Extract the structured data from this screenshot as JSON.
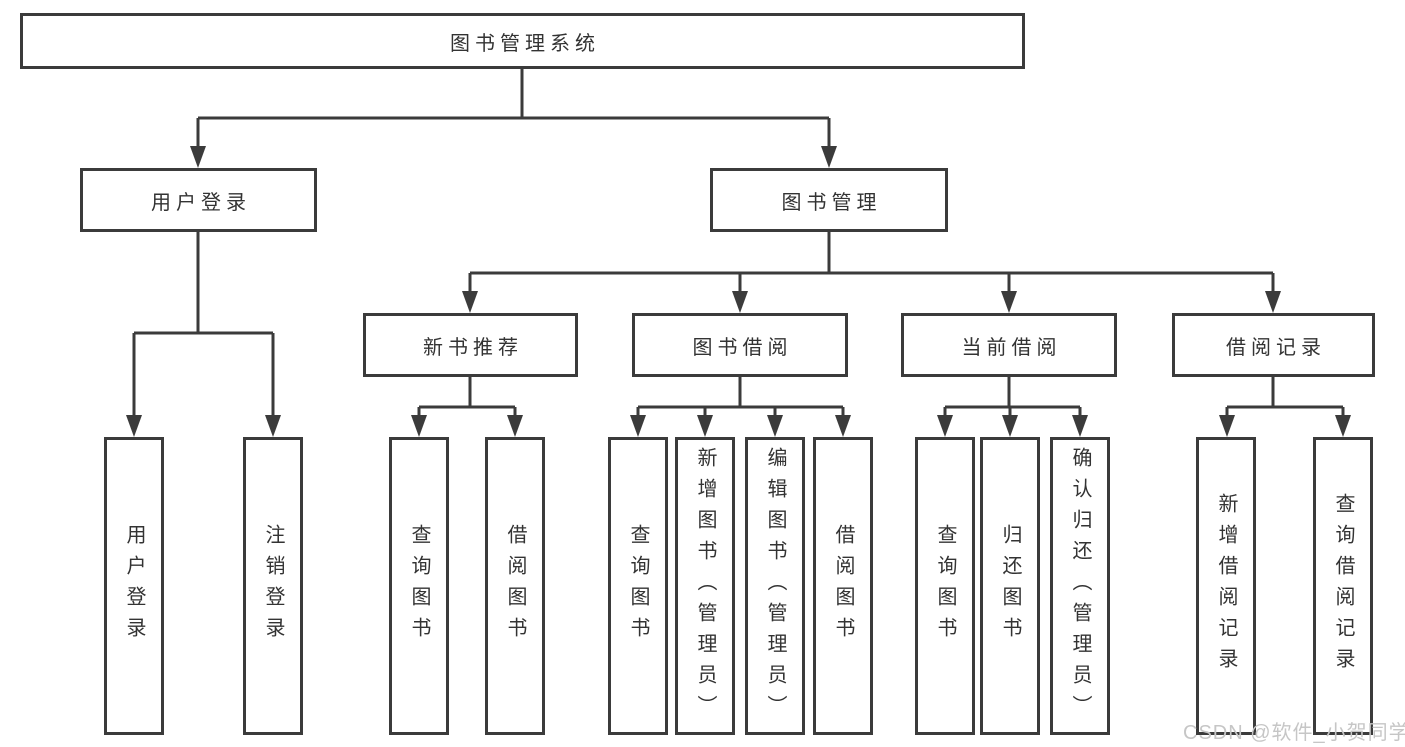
{
  "diagram": {
    "root": {
      "label": "图书管理系统"
    },
    "branches": [
      {
        "label": "用户登录",
        "children": [
          {
            "label": "用户登录"
          },
          {
            "label": "注销登录"
          }
        ]
      },
      {
        "label": "图书管理",
        "children": [
          {
            "label": "新书推荐",
            "children": [
              {
                "label": "查询图书"
              },
              {
                "label": "借阅图书"
              }
            ]
          },
          {
            "label": "图书借阅",
            "children": [
              {
                "label": "查询图书"
              },
              {
                "label": "新增图书（管理员）"
              },
              {
                "label": "编辑图书（管理员）"
              },
              {
                "label": "借阅图书"
              }
            ]
          },
          {
            "label": "当前借阅",
            "children": [
              {
                "label": "查询图书"
              },
              {
                "label": "归还图书"
              },
              {
                "label": "确认归还（管理员）"
              }
            ]
          },
          {
            "label": "借阅记录",
            "children": [
              {
                "label": "新增借阅记录"
              },
              {
                "label": "查询借阅记录"
              }
            ]
          }
        ]
      }
    ]
  },
  "watermark": {
    "text": "CSDN @软件_小贺同学"
  },
  "colors": {
    "line": "#3b3b3b",
    "text": "#333333",
    "background": "#ffffff",
    "watermark_text": "#c6c6c6"
  }
}
